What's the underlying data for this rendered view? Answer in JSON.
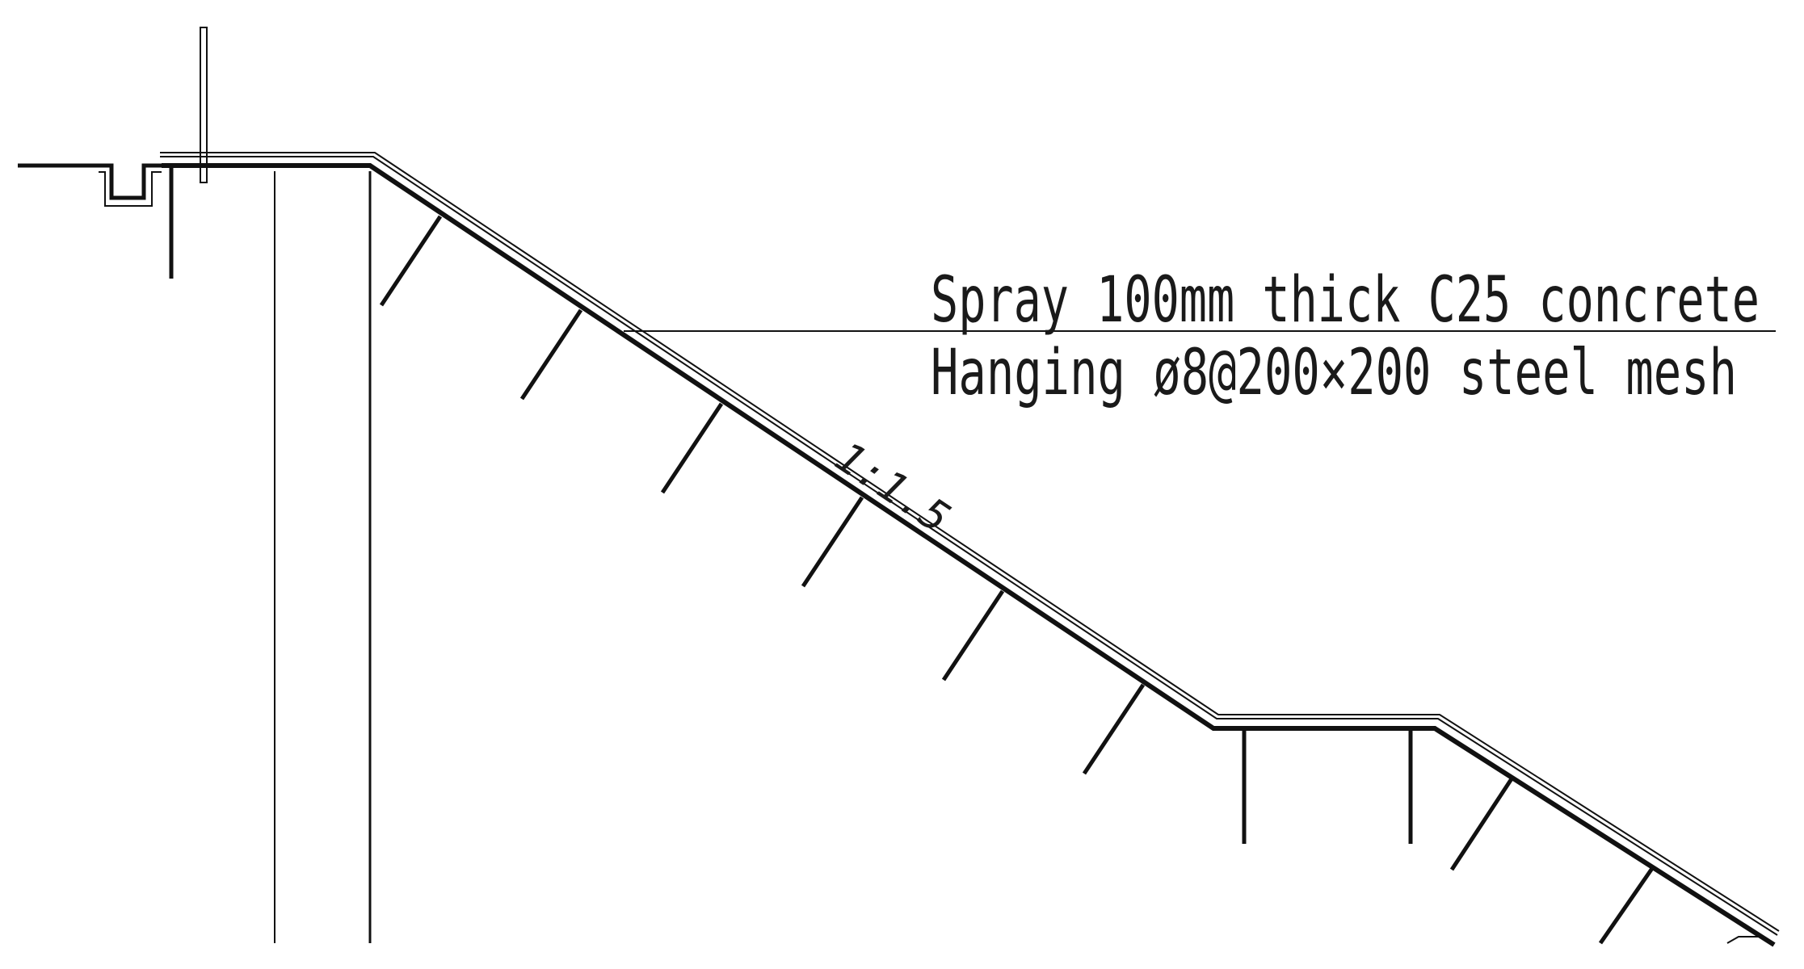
{
  "drawing": {
    "callout": {
      "line1": "Spray 100mm thick C25 concrete",
      "line2": "Hanging ø8@200×200 steel mesh"
    },
    "slope_ratio": "1:1.5",
    "colors": {
      "line": "#111111",
      "background": "#ffffff"
    }
  }
}
